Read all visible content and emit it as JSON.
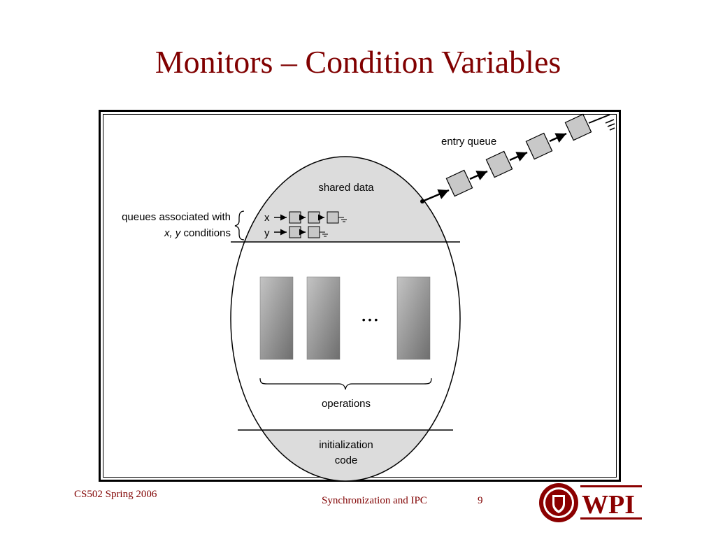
{
  "slide": {
    "title": "Monitors – Condition Variables"
  },
  "diagram": {
    "entry_queue_label": "entry queue",
    "shared_data_label": "shared data",
    "queues_label_line1": "queues associated with",
    "queues_label_line2_italic": "x, y",
    "queues_label_line2_rest": " conditions",
    "condition_x_label": "x",
    "condition_y_label": "y",
    "ellipsis": "• • •",
    "operations_label": "operations",
    "init_label_line1": "initialization",
    "init_label_line2": "code",
    "colors": {
      "queue_box_fill": "#c8c8c8",
      "section_fill": "#dcdcdc",
      "operation_dark": "#6e6e6e",
      "operation_light": "#c4c4c4"
    }
  },
  "footer": {
    "course": "CS502 Spring 2006",
    "topic": "Synchronization and IPC",
    "page_number": "9",
    "logo_text": "WPI",
    "logo_icon": "wpi-seal-icon"
  },
  "colors": {
    "title": "#800000",
    "footer": "#800000"
  }
}
